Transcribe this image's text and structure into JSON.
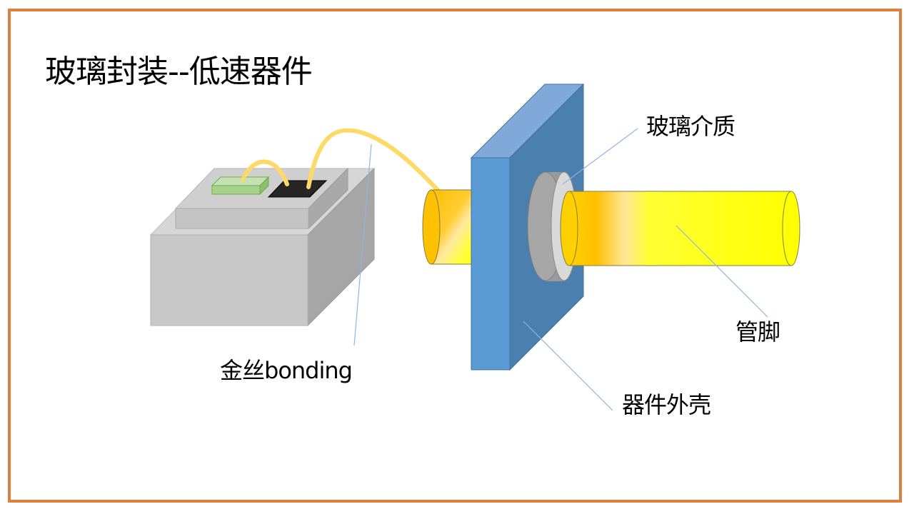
{
  "slide": {
    "title": "玻璃封装--低速器件"
  },
  "labels": {
    "glass_medium": "玻璃介质",
    "gold_wire": "金丝bonding",
    "pin": "管脚",
    "housing": "器件外壳"
  },
  "colors": {
    "frame": "#e07f3a",
    "housing_front": "#5b9bd5",
    "housing_side": "#4a7fae",
    "housing_top": "#7ea9d8",
    "pin_yellow": "#ffff00",
    "pin_gold": "#ffc000",
    "gold_wire": "#ffd966",
    "chip": "#262626",
    "pad": "#a9d18e",
    "leader_line": "#8eb4e3"
  }
}
